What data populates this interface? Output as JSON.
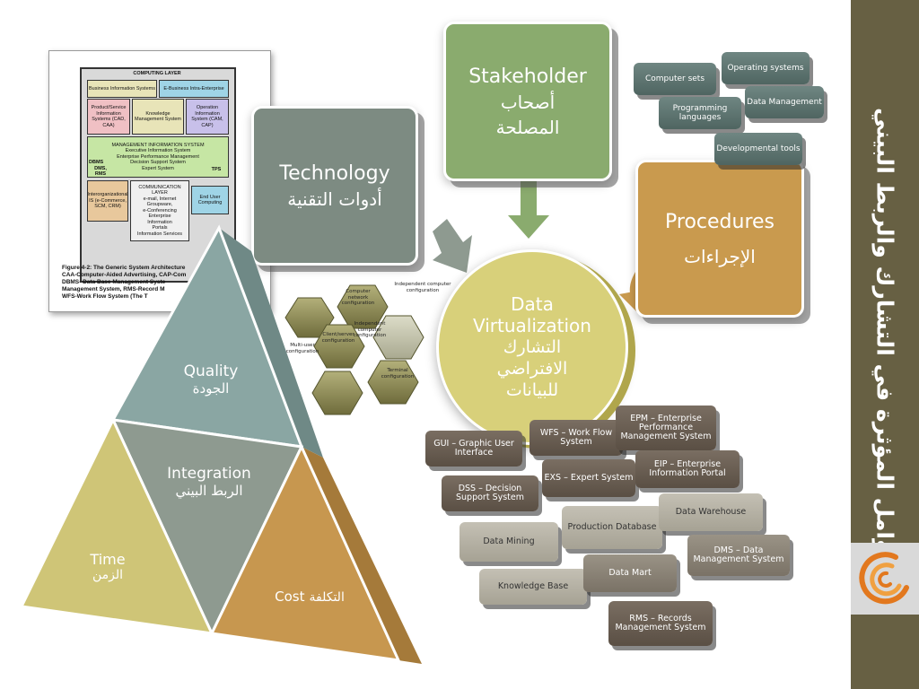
{
  "slide_title": "العوامل المؤثرة في التشارك والربط البيني",
  "figure": {
    "header": "COMPUTING LAYER",
    "boxes": {
      "business_info": "Business Information Systems",
      "ebusiness": "E-Business Intra-Enterprise",
      "product_service": "Product/Service Information Systems (CAD, CAA)",
      "knowledge": "Knowledge Management System",
      "operation": "Operation Information System (CAM, CAP)",
      "mis": "MANAGEMENT INFORMATION SYSTEM",
      "mis_sub": [
        "Executive Information System",
        "Enterprise Performance Management",
        "Decision Support System",
        "Expert System"
      ],
      "dbms": "DBMS",
      "dms": "DMS, RMS",
      "tps": "TPS",
      "interorg": "Interorganizational IS (e-Commerce, SCM, CRM)",
      "comm_layer": "COMMUNICATION LAYER",
      "comm_items": [
        "e-mail, Internet",
        "Groupware,",
        "e-Conferencing",
        "Enterprise",
        "Information",
        "Portals",
        "Information Services"
      ],
      "end_user": "End User Computing"
    },
    "caption_lines": [
      "Figure 4-2: The Generic System Architecture",
      "CAA-Computer-Aided Advertising, CAP-Com",
      "DBMS- Data Base Management Syste",
      "Management System, RMS-Record M",
      "WFS-Work Flow System (The T"
    ]
  },
  "technology": {
    "en": "Technology",
    "ar": "أدوات التقنية"
  },
  "stakeholder": {
    "en": "Stakeholder",
    "ar1": "أصحاب",
    "ar2": "المصلحة"
  },
  "procedures": {
    "en": "Procedures",
    "ar": "الإجراءات"
  },
  "data_virtualization": {
    "en1": "Data",
    "en2": "Virtualization",
    "ar1": "التشارك",
    "ar2": "الافتراضي",
    "ar3": "للبيانات"
  },
  "top_tiles": [
    "Computer sets",
    "Operating systems",
    "Programming languages",
    "Data Management",
    "Developmental tools"
  ],
  "hex_labels": [
    "Independent computer configuration",
    "Computer network configuration",
    "Independent computer configuration",
    "Client/server configuration",
    "Terminal configuration",
    "Multi-user configuration"
  ],
  "pyramid": {
    "quality": {
      "en": "Quality",
      "ar": "الجودة"
    },
    "integration": {
      "en": "Integration",
      "ar": "الربط البيني"
    },
    "time": {
      "en": "Time",
      "ar": "الزمن"
    },
    "cost": {
      "en": "Cost",
      "ar": "التكلفة"
    }
  },
  "bottom_tiles": [
    "GUI – Graphic User Interface",
    "WFS – Work Flow System",
    "EPM – Enterprise Performance Management System",
    "DSS – Decision Support System",
    "EXS – Expert System",
    "EIP – Enterprise Information Portal",
    "Data Mining",
    "Production Database",
    "Data Warehouse",
    "Knowledge Base",
    "Data Mart",
    "DMS – Data Management System",
    "RMS – Records Management System"
  ],
  "colors": {
    "sidebar": "#676043",
    "technology": "#7d8b82",
    "stakeholder": "#8aab6e",
    "procedures": "#c99a4e",
    "data_virtualization": "#d8d07a",
    "quality": "#8aa6a3",
    "integration": "#8e9a90",
    "time": "#cfc577",
    "cost": "#c7974f",
    "logo_orange": "#e2781e"
  }
}
